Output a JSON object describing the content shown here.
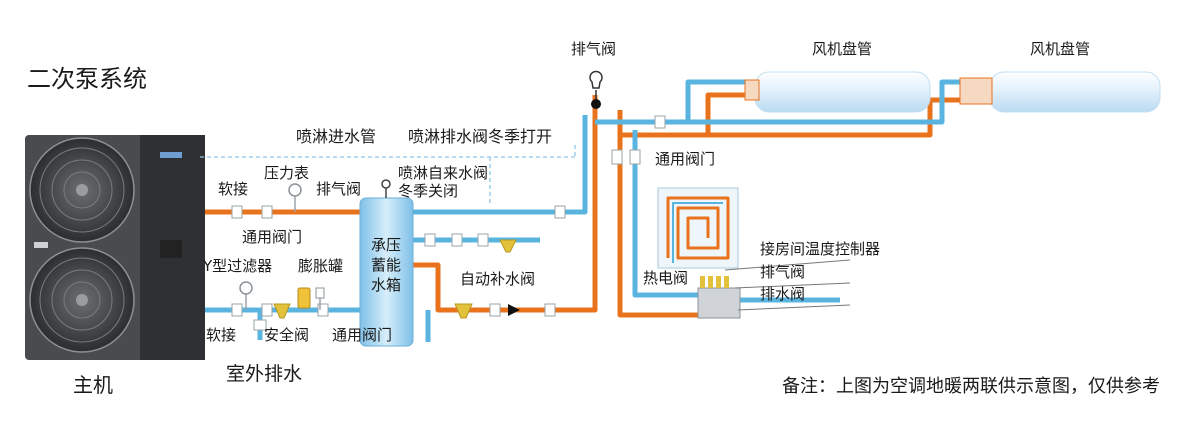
{
  "title": "二次泵系统",
  "labels": {
    "main_unit": "主机",
    "spray_inlet": "喷淋进水管",
    "spray_drain": "喷淋排水阀冬季打开",
    "soft_joint_top": "软接",
    "pressure_gauge": "压力表",
    "vent_valve_tank": "排气阀",
    "tap_water_valve_1": "喷淋自来水阀",
    "tap_water_valve_2": "冬季关闭",
    "universal_valve_top": "通用阀门",
    "y_filter": "Y型过滤器",
    "expansion_tank": "膨胀罐",
    "tank_1": "承压",
    "tank_2": "蓄能",
    "tank_3": "水箱",
    "auto_refill": "自动补水阀",
    "soft_joint_bottom": "软接",
    "safety_valve": "安全阀",
    "universal_valve_bottom": "通用阀门",
    "outdoor_drain": "室外排水",
    "vent_valve_top": "排气阀",
    "fan_coil_1": "风机盘管",
    "fan_coil_2": "风机盘管",
    "universal_valve_right": "通用阀门",
    "room_thermostat": "接房间温度控制器",
    "thermo_valve": "热电阀",
    "manifold_vent": "排气阀",
    "manifold_drain": "排水阀",
    "note": "备注：上图为空调地暖两联供示意图，仅供参考"
  },
  "colors": {
    "hot_pipe": "#e8731c",
    "cold_pipe": "#5ab4e0",
    "dash_line": "#8fc6e6",
    "unit_body": "#3a3b3d",
    "tank_fill": "#a9d6f0"
  }
}
